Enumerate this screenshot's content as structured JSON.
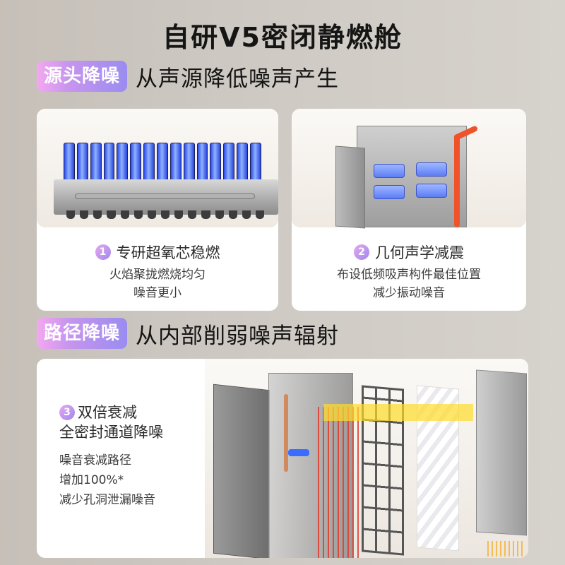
{
  "page": {
    "title": "自研V5密闭静燃舱"
  },
  "sections": [
    {
      "badge": "源头降噪",
      "subtitle": "从声源降低噪声产生",
      "cards": [
        {
          "number": "1",
          "heading": "专研超氧芯稳燃",
          "desc_lines": [
            "火焰聚拢燃烧均匀",
            "噪音更小"
          ],
          "image": "burner-illustration"
        },
        {
          "number": "2",
          "heading": "几何声学减震",
          "desc_lines": [
            "布设低频吸声构件最佳位置",
            "减少振动噪音"
          ],
          "image": "cabinet-illustration"
        }
      ]
    },
    {
      "badge": "路径降噪",
      "subtitle": "从内部削弱噪声辐射",
      "cards": [
        {
          "number": "3",
          "heading_lines": [
            "双倍衰减",
            "全密封通道降噪"
          ],
          "desc_lines": [
            "噪音衰减路径",
            "增加100%*",
            "减少孔洞泄漏噪音"
          ],
          "image": "exploded-view-illustration"
        }
      ]
    }
  ],
  "colors": {
    "background": "#cbc6c0",
    "badge_gradient_start": "#f3a8f0",
    "badge_gradient_end": "#9a8cf0",
    "card_background": "#ffffff",
    "flame_blue": "#2b49e8",
    "pipe_red": "#f0532a",
    "noise_yellow": "#ffdc28",
    "noise_red": "#e43a2a"
  }
}
